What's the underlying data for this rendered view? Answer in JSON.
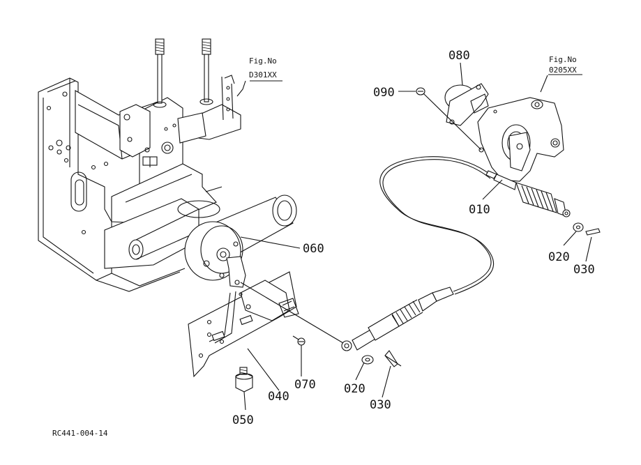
{
  "diagram": {
    "code": "RC441-004-14",
    "refs": [
      {
        "fig": "Fig.No",
        "num": "D301XX"
      },
      {
        "fig": "Fig.No",
        "num": "0205XX"
      }
    ],
    "callouts": [
      "080",
      "090",
      "010",
      "020",
      "030",
      "060",
      "070",
      "020",
      "030",
      "040",
      "050"
    ]
  }
}
